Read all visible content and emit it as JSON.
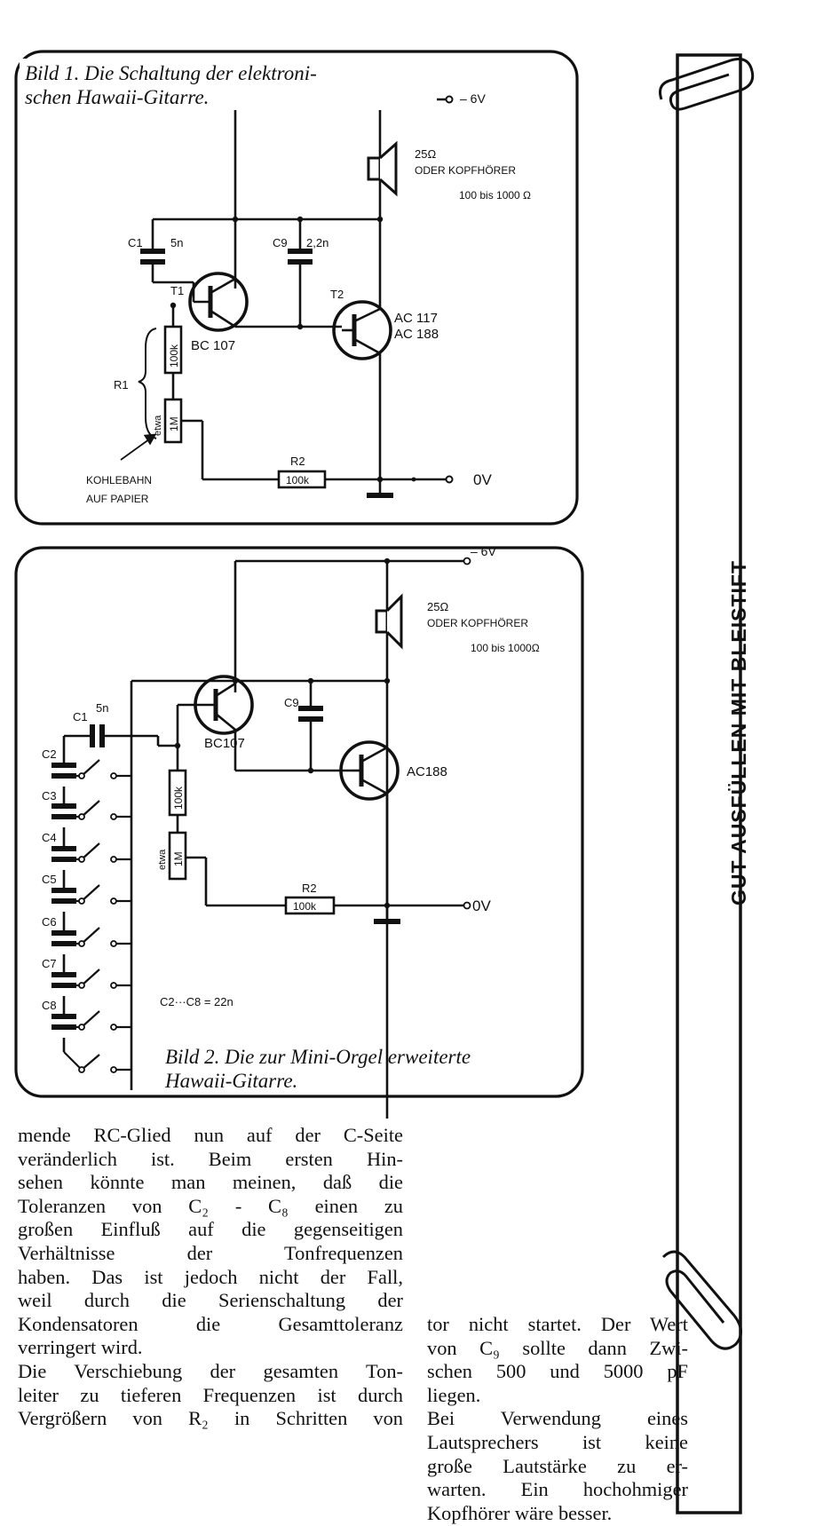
{
  "figure1": {
    "caption_line1": "Bild 1. Die Schaltung der elektroni-",
    "caption_line2": "schen Hawaii-Gitarre.",
    "supply_neg": "– 6V",
    "supply_zero": "0V",
    "speaker_ohm": "25Ω",
    "speaker_alt": "ODER KOPFHÖRER",
    "speaker_range": "100 bis 1000 Ω",
    "c1": "C1",
    "c1_value": "5n",
    "c9": "C9",
    "c9_value": "2,2n",
    "t1": "T1",
    "t1_type": "BC 107",
    "t2": "T2",
    "t2_type1": "AC 117",
    "t2_type2": "AC 188",
    "r1": "R1",
    "r_100k": "100k",
    "r_1m": "1M",
    "etwa": "etwa",
    "r2": "R2",
    "r2_value": "100k",
    "carbon_line1": "KOHLEBAHN",
    "carbon_line2": "AUF PAPIER"
  },
  "figure2": {
    "caption_line1": "Bild 2. Die zur Mini-Orgel erweiterte",
    "caption_line2": "Hawaii-Gitarre.",
    "supply_neg": "– 6V",
    "supply_zero": "0V",
    "speaker_ohm": "25Ω",
    "speaker_alt": "ODER  KOPFHÖRER",
    "speaker_range": "100 bis 1000Ω",
    "c1": "C1",
    "c1_value": "5n",
    "c9": "C9",
    "t1_type": "BC107",
    "t2_type": "AC188",
    "r_100k": "100k",
    "r_1m": "1M",
    "etwa": "etwa",
    "r2": "R2",
    "r2_value": "100k",
    "cap_range": "C2···C8  = 22n",
    "cap_labels": [
      "C2",
      "C3",
      "C4",
      "C5",
      "C6",
      "C7",
      "C8"
    ]
  },
  "sidebar": {
    "label": "GUT AUSFÜLLEN MIT BLEISTIFT"
  },
  "text": {
    "col1": [
      "mende RC-Glied nun auf der C-Seite",
      "veränderlich ist. Beim ersten Hin-",
      "sehen könnte man meinen, daß die",
      "Toleranzen von C₂ - C₈ einen zu",
      "großen Einfluß auf die gegenseitigen",
      "Verhältnisse der Tonfrequenzen",
      "haben. Das ist jedoch nicht der Fall,",
      "weil durch die Serienschaltung der",
      "Kondensatoren die Gesamttoleranz",
      "verringert wird.",
      "Die Verschiebung der gesamten Ton-",
      "leiter zu tieferen Frequenzen ist durch",
      "Vergrößern von R₂ in Schritten von"
    ],
    "col2": [
      "tor nicht startet. Der Wert",
      "von C₉ sollte dann Zwi-",
      "schen 500 und 5000 pF",
      "liegen.",
      "Bei Verwendung eines",
      "Lautsprechers ist keine",
      "große Lautstärke zu er-",
      "warten. Ein hochohmiger",
      "Kopfhörer wäre besser."
    ]
  }
}
